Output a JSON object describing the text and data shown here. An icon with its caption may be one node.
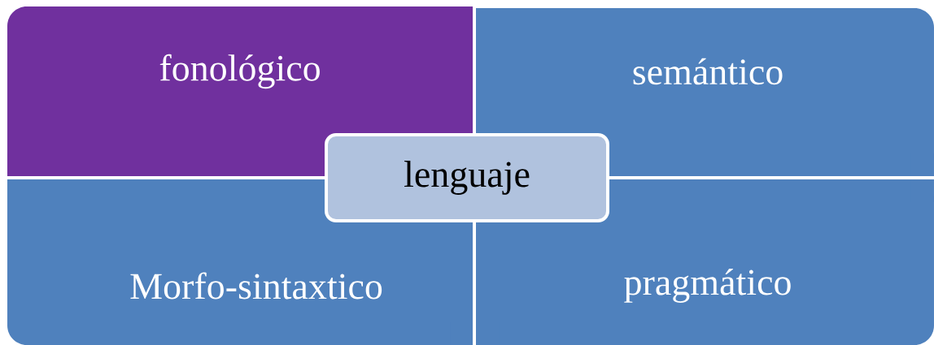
{
  "diagram": {
    "nodes": [
      {
        "text": [
          "fonológico"
        ]
      },
      {
        "text": [
          "semántico"
        ]
      },
      {
        "text": [
          "Morfo-sintaxtico"
        ]
      },
      {
        "text": [
          "pragmático"
        ]
      },
      {
        "text": [
          "lenguaje"
        ]
      }
    ]
  }
}
